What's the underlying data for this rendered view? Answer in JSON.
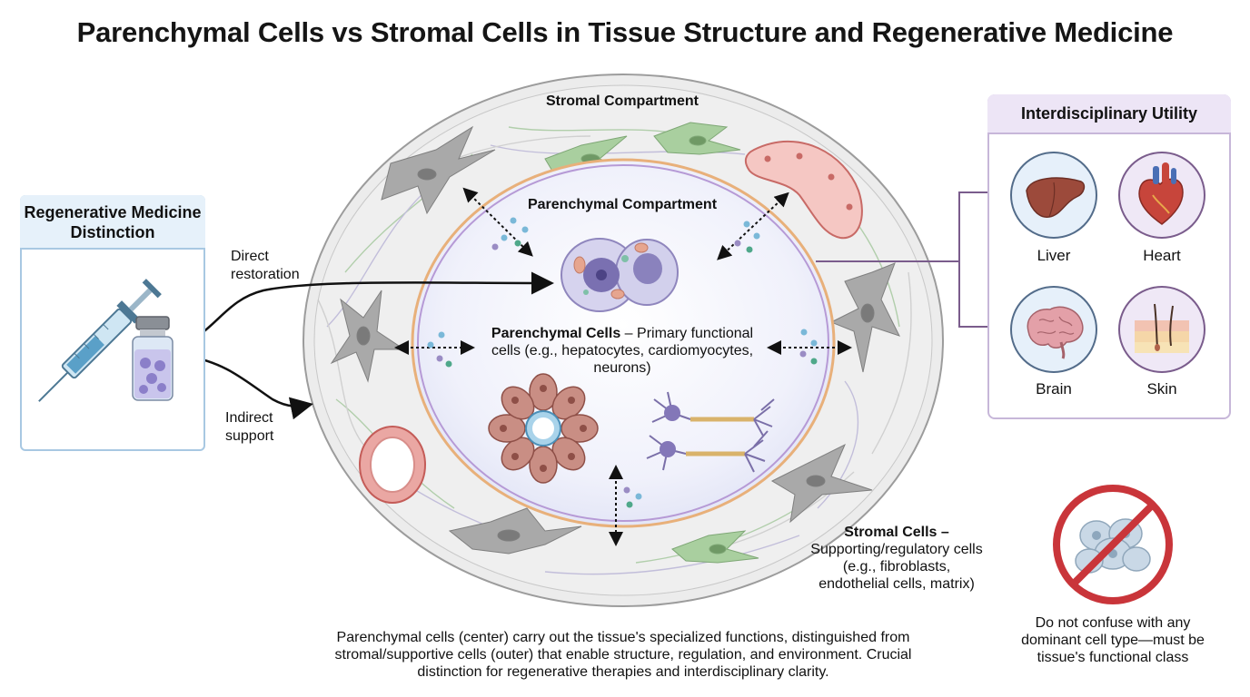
{
  "title": "Parenchymal Cells vs Stromal Cells in Tissue Structure and Regenerative Medicine",
  "regen": {
    "heading": "Regenerative Medicine Distinction",
    "direct_label": "Direct restoration",
    "indirect_label": "Indirect support"
  },
  "compartments": {
    "stromal": "Stromal Compartment",
    "parenchymal": "Parenchymal Compartment"
  },
  "parenchymal_cells": {
    "term": "Parenchymal Cells",
    "dash": " – ",
    "line1": "Primary functional",
    "line2": "cells (e.g., hepatocytes, cardiomyocytes,",
    "line3": "neurons)"
  },
  "stromal_cells": {
    "term": "Stromal Cells –",
    "line1": "Supporting/regulatory cells",
    "line2": "(e.g., fibroblasts,",
    "line3": "endothelial cells, matrix)"
  },
  "utility": {
    "heading": "Interdisciplinary Utility",
    "organs": [
      "Liver",
      "Heart",
      "Brain",
      "Skin"
    ]
  },
  "warning": {
    "line1": "Do not confuse with any",
    "line2": "dominant cell type—must be",
    "line3": "tissue's functional class"
  },
  "caption": {
    "line1": "Parenchymal cells (center) carry out the tissue's specialized functions, distinguished from",
    "line2": "stromal/supportive cells (outer) that enable structure, regulation, and environment. Crucial",
    "line3": "distinction for regenerative therapies and interdisciplinary clarity."
  },
  "colors": {
    "stroma_ring": "#e9e9e9",
    "parenchyma_fill": "#eef0fb",
    "parenchyma_ring_orange": "#e8b07a",
    "parenchyma_ring_purple": "#b69ad6",
    "regen_border": "#a8c8e2",
    "utility_border": "#c7b7d9",
    "prohibit_red": "#c9353a"
  }
}
